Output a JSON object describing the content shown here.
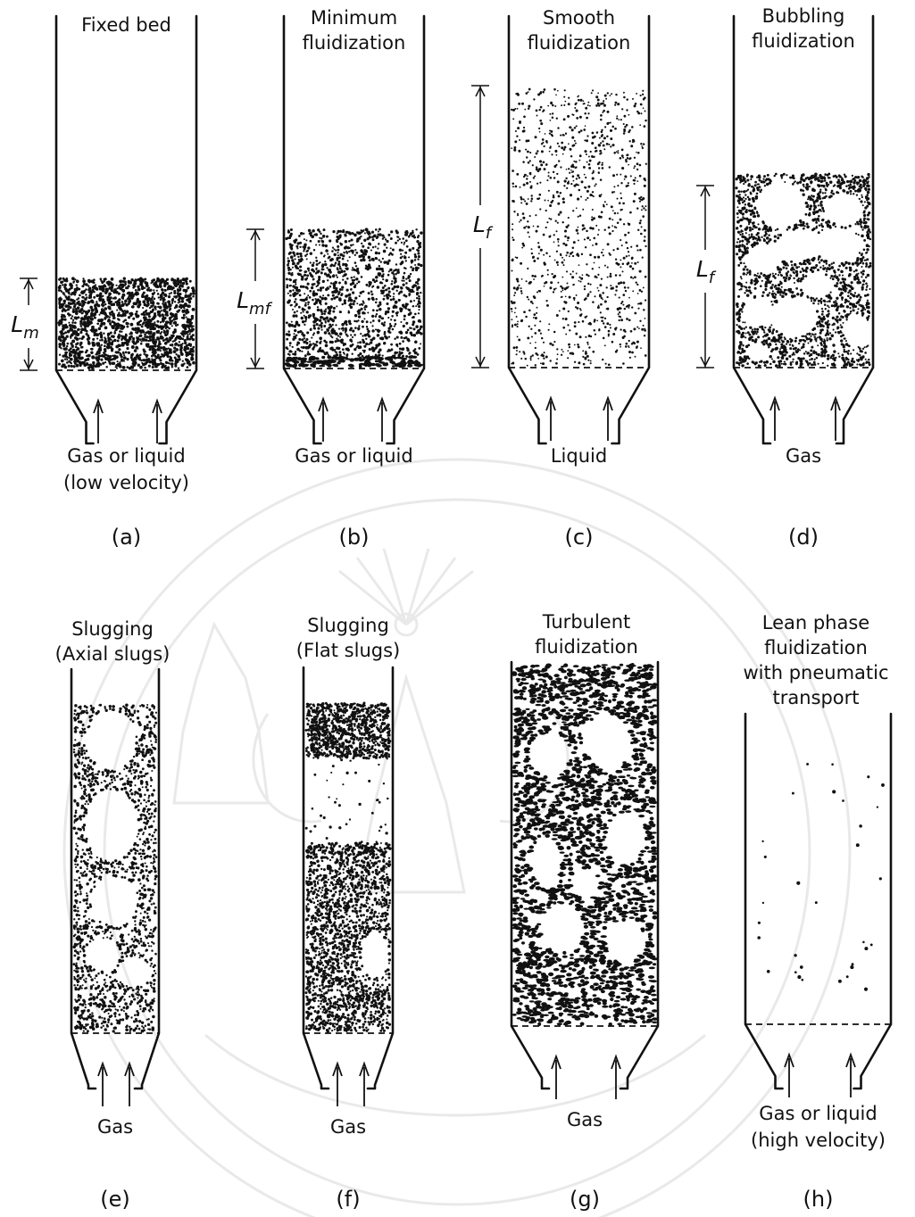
{
  "panels": [
    {
      "caption": "(a)",
      "title": [
        "Fixed bed"
      ],
      "flow": [
        "Gas or liquid",
        "(low velocity)"
      ],
      "height_label": "L",
      "height_sub": "m"
    },
    {
      "caption": "(b)",
      "title": [
        "Minimum",
        "fluidization"
      ],
      "flow": [
        "Gas or liquid"
      ],
      "height_label": "L",
      "height_sub": "mf"
    },
    {
      "caption": "(c)",
      "title": [
        "Smooth",
        "fluidization"
      ],
      "flow": [
        "Liquid"
      ],
      "height_label": "L",
      "height_sub": "f"
    },
    {
      "caption": "(d)",
      "title": [
        "Bubbling",
        "fluidization"
      ],
      "flow": [
        "Gas"
      ],
      "height_label": "L",
      "height_sub": "f"
    },
    {
      "caption": "(e)",
      "title": [
        "Slugging",
        "(Axial slugs)"
      ],
      "flow": [
        "Gas"
      ]
    },
    {
      "caption": "(f)",
      "title": [
        "Slugging",
        "(Flat slugs)"
      ],
      "flow": [
        "Gas"
      ]
    },
    {
      "caption": "(g)",
      "title": [
        "Turbulent",
        "fluidization"
      ],
      "flow": [
        "Gas"
      ]
    },
    {
      "caption": "(h)",
      "title": [
        "Lean phase",
        "fluidization",
        "with pneumatic",
        "transport"
      ],
      "flow": [
        "Gas or liquid",
        "(high velocity)"
      ]
    }
  ]
}
